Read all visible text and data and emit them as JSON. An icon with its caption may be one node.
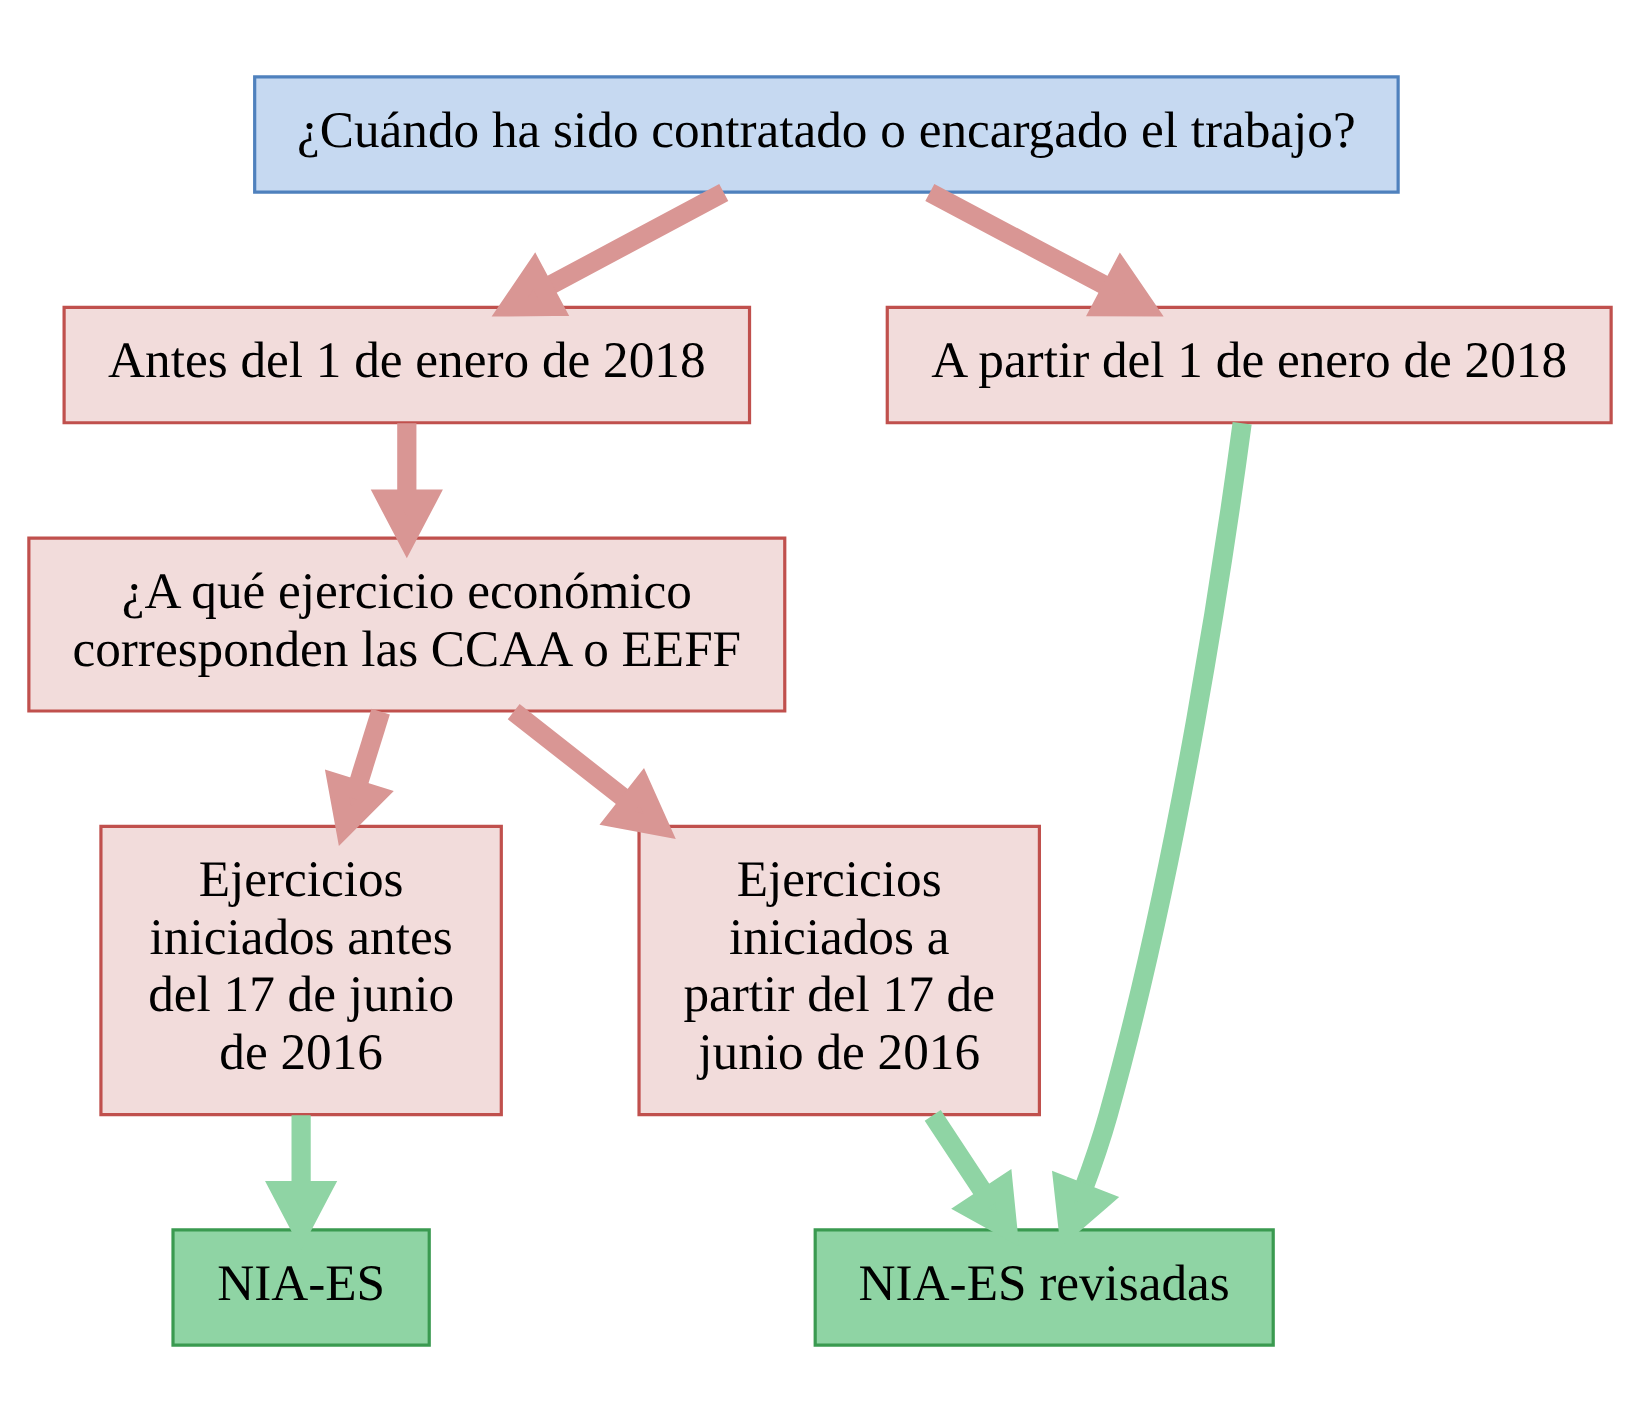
{
  "diagram": {
    "nodes": [
      {
        "text": [
          "¿Cuándo ha sido contratado o encargado el trabajo?"
        ]
      },
      {
        "text": [
          "Antes del 1 de enero de 2018"
        ]
      },
      {
        "text": [
          "A partir del 1 de enero de 2018"
        ]
      },
      {
        "text": [
          "¿A qué ejercicio económico corresponden las CCAA o EEFF"
        ]
      },
      {
        "text": [
          "Ejercicios iniciados antes del 17 de junio de 2016"
        ]
      },
      {
        "text": [
          "Ejercicios iniciados a partir del 17 de junio de 2016"
        ]
      },
      {
        "text": [
          "NIA-ES"
        ]
      },
      {
        "text": [
          "NIA-ES revisadas"
        ]
      }
    ],
    "edges": [
      {
        "from": 0,
        "to": 1,
        "arrow": "to"
      },
      {
        "from": 0,
        "to": 2,
        "arrow": "to"
      },
      {
        "from": 1,
        "to": 3,
        "arrow": "to"
      },
      {
        "from": 3,
        "to": 4,
        "arrow": "to"
      },
      {
        "from": 3,
        "to": 5,
        "arrow": "to"
      },
      {
        "from": 4,
        "to": 6,
        "arrow": "to",
        "color": "#8fd4a4"
      },
      {
        "from": 5,
        "to": 7,
        "arrow": "to",
        "color": "#8fd4a4"
      },
      {
        "from": 2,
        "to": 7,
        "arrow": "to",
        "color": "#8fd4a4"
      }
    ]
  }
}
